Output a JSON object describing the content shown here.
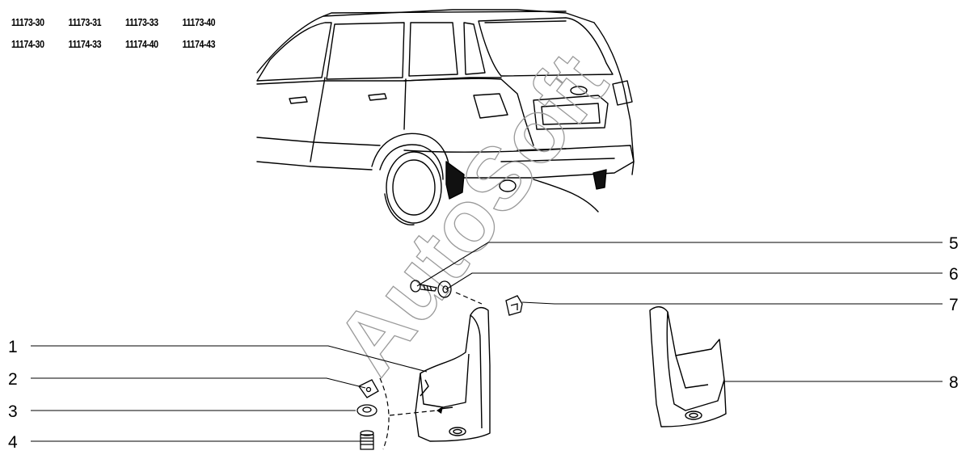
{
  "model_codes": {
    "row1": [
      "11173-30",
      "11173-31",
      "11173-33",
      "11173-40"
    ],
    "row2": [
      "11174-30",
      "11174-33",
      "11174-40",
      "11174-43"
    ]
  },
  "callouts": [
    "1",
    "2",
    "3",
    "4",
    "5",
    "6",
    "7",
    "8"
  ],
  "watermark": "AutoSoft"
}
